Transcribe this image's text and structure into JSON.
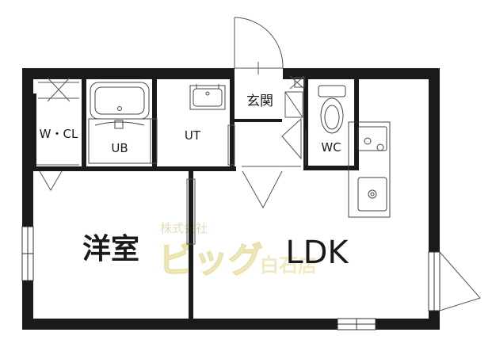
{
  "rooms": {
    "wcl": "W・CL",
    "ub": "UB",
    "ut": "UT",
    "genkan": "玄関",
    "wc": "WC",
    "yoshitsu": "洋室",
    "ldk": "LDK"
  },
  "watermark": {
    "company": "株式会社",
    "brand": "ビッグ",
    "branch": "白石店"
  },
  "colors": {
    "wall": "#1a1a1a",
    "line": "#555555",
    "watermark": "#e8d98a"
  }
}
